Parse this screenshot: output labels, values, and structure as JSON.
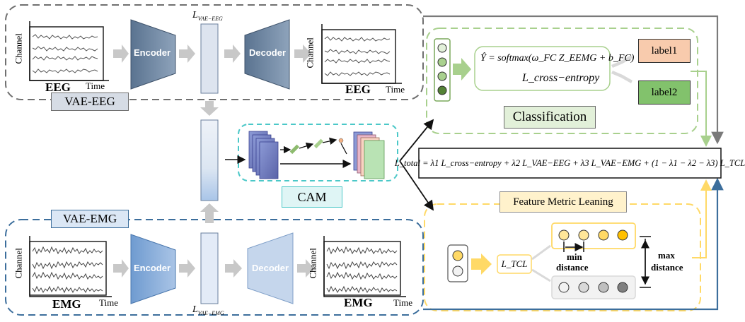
{
  "colors": {
    "eeg_gray": "#707070",
    "emg_blue": "#3c6e9c",
    "green_dash": "#a8d08d",
    "yellow_dash": "#ffd966",
    "cam_teal": "#4bc8c8",
    "label1_fill": "#f8cbad",
    "label2_fill": "#82c26c",
    "vae_label_fill": "#d6dce5",
    "arrow_gray": "#c8c8c8"
  },
  "vae_eeg": {
    "title": "VAE-EEG",
    "input_signal_label": "EEG",
    "output_signal_label": "EEG",
    "axis_y": "Channel",
    "axis_x": "Time",
    "encoder": "Encoder",
    "decoder": "Decoder",
    "loss_main": "L",
    "loss_sub": "VAE−EEG"
  },
  "vae_emg": {
    "title": "VAE-EMG",
    "input_signal_label": "EMG",
    "output_signal_label": "EMG",
    "axis_y": "Channel",
    "axis_x": "Time",
    "encoder": "Encoder",
    "decoder": "Decoder",
    "loss_main": "L",
    "loss_sub": "VAE−EMG"
  },
  "cam": {
    "label": "CAM"
  },
  "classification": {
    "title": "Classification",
    "label1": "label1",
    "label2": "label2",
    "formula_line1": "Ŷ = softmax(ω_FC Z_EEMG + b_FC)",
    "formula_line2": "L_cross−entropy"
  },
  "total_loss": {
    "formula": "L_total = λ1 L_cross−entropy + λ2 L_VAE−EEG + λ3 L_VAE−EMG + (1 − λ1 − λ2 − λ3) L_TCL"
  },
  "feature_metric": {
    "title": "Feature Metric Leaning",
    "loss": "L_TCL",
    "min_distance_line1": "min",
    "min_distance_line2": "distance",
    "max_distance_line1": "max",
    "max_distance_line2": "distance"
  }
}
